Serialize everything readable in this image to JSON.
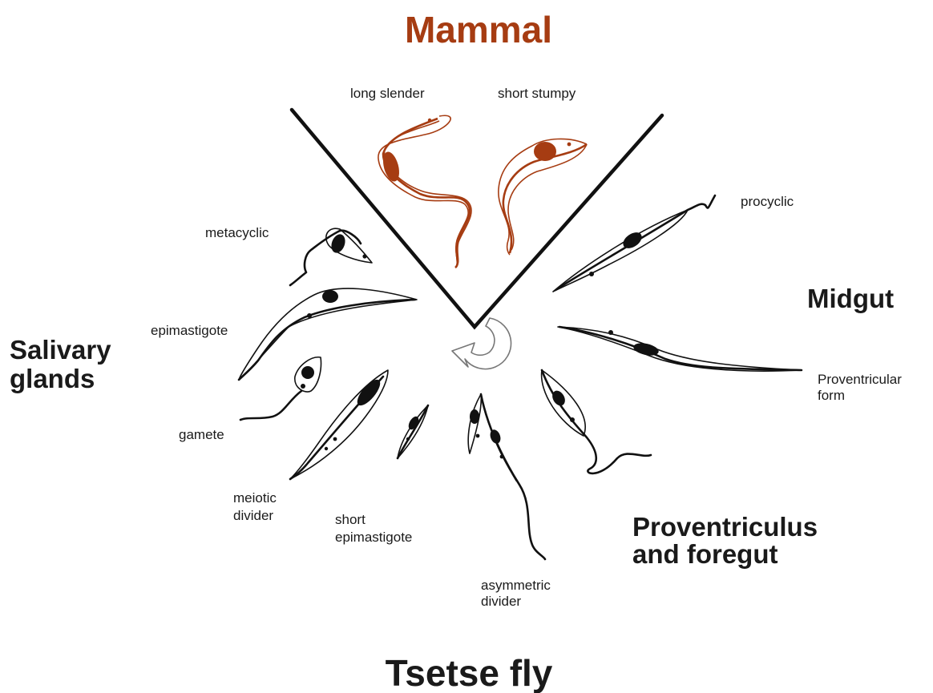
{
  "titles": {
    "mammal": "Mammal",
    "tsetse": "Tsetse fly"
  },
  "regions": {
    "midgut": "Midgut",
    "salivary_line1": "Salivary",
    "salivary_line2": "glands",
    "proventriculus_line1": "Proventriculus",
    "proventriculus_line2": "and foregut"
  },
  "stages": {
    "long_slender": "long slender",
    "short_stumpy": "short stumpy",
    "procyclic": "procyclic",
    "proventricular_line1": "Proventricular",
    "proventricular_line2": "form",
    "asymmetric_line1": "asymmetric",
    "asymmetric_line2": "divider",
    "short_epi_line1": "short",
    "short_epi_line2": "epimastigote",
    "meiotic_line1": "meiotic",
    "meiotic_line2": "divider",
    "gamete": "gamete",
    "epimastigote": "epimastigote",
    "metacyclic": "metacyclic"
  },
  "colors": {
    "mammal_stage": "#a63c12",
    "fly_stage": "#111111",
    "text": "#1a1a1a"
  }
}
